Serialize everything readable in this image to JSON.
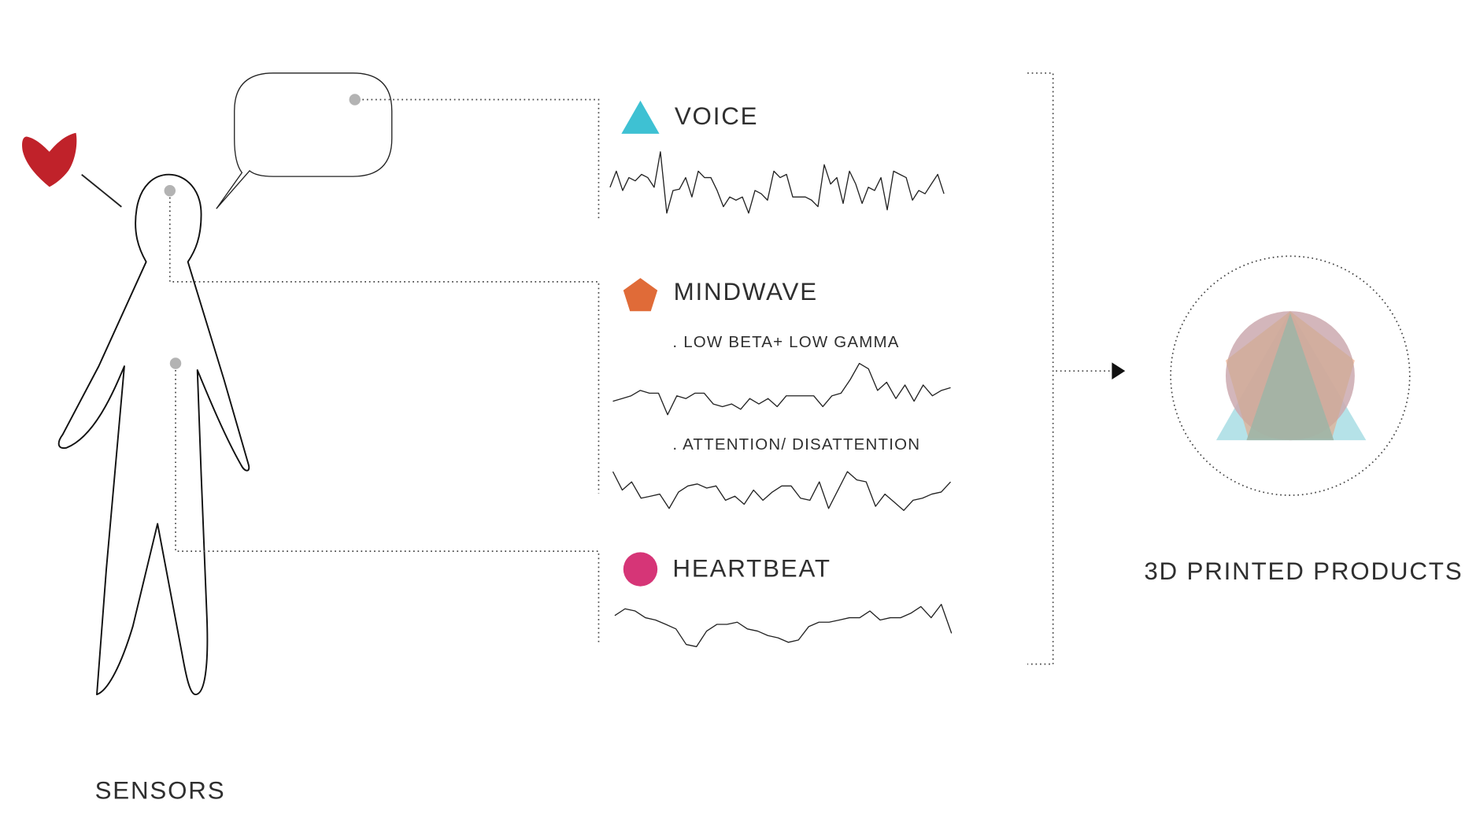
{
  "labels": {
    "voice": "VOICE",
    "mindwave": "MINDWAVE",
    "low_beta": ". LOW BETA+ LOW GAMMA",
    "attention": ". ATTENTION/ DISATTENTION",
    "heartbeat": "HEARTBEAT",
    "products": "3D PRINTED PRODUCTS",
    "sensors": "SENSORS"
  },
  "colors": {
    "voice": "#3ec1d3",
    "mindwave": "#e06b38",
    "heartbeat": "#d63577",
    "heart_icon": "#c0222a",
    "sensor_dot": "#b3b3b3"
  },
  "waves": {
    "voice": [
      0.55,
      0.3,
      0.6,
      0.4,
      0.45,
      0.35,
      0.4,
      0.55,
      0.0,
      0.95,
      0.6,
      0.58,
      0.4,
      0.7,
      0.3,
      0.4,
      0.4,
      0.6,
      0.85,
      0.7,
      0.75,
      0.7,
      0.95,
      0.6,
      0.65,
      0.75,
      0.3,
      0.4,
      0.35,
      0.7,
      0.7,
      0.7,
      0.75,
      0.85,
      0.2,
      0.5,
      0.4,
      0.8,
      0.3,
      0.5,
      0.8,
      0.55,
      0.6,
      0.4,
      0.9,
      0.3,
      0.35,
      0.4,
      0.75,
      0.6,
      0.65,
      0.5,
      0.35,
      0.65
    ],
    "low_beta": [
      0.7,
      0.65,
      0.6,
      0.5,
      0.55,
      0.55,
      0.95,
      0.6,
      0.65,
      0.55,
      0.55,
      0.75,
      0.8,
      0.75,
      0.85,
      0.65,
      0.75,
      0.65,
      0.8,
      0.6,
      0.6,
      0.6,
      0.6,
      0.8,
      0.6,
      0.55,
      0.3,
      0.0,
      0.1,
      0.5,
      0.35,
      0.65,
      0.4,
      0.7,
      0.4,
      0.6,
      0.5,
      0.45
    ],
    "attention": [
      0.05,
      0.5,
      0.3,
      0.7,
      0.65,
      0.6,
      0.95,
      0.55,
      0.4,
      0.35,
      0.45,
      0.4,
      0.75,
      0.65,
      0.85,
      0.5,
      0.75,
      0.55,
      0.4,
      0.4,
      0.7,
      0.75,
      0.3,
      0.95,
      0.5,
      0.05,
      0.25,
      0.3,
      0.9,
      0.6,
      0.8,
      1.0,
      0.75,
      0.7,
      0.6,
      0.55,
      0.3
    ],
    "heartbeat": [
      0.25,
      0.1,
      0.15,
      0.3,
      0.35,
      0.45,
      0.55,
      0.9,
      0.95,
      0.6,
      0.45,
      0.45,
      0.4,
      0.55,
      0.6,
      0.7,
      0.75,
      0.85,
      0.8,
      0.5,
      0.4,
      0.4,
      0.35,
      0.3,
      0.3,
      0.15,
      0.35,
      0.3,
      0.3,
      0.2,
      0.05,
      0.3,
      0.0,
      0.65
    ]
  }
}
